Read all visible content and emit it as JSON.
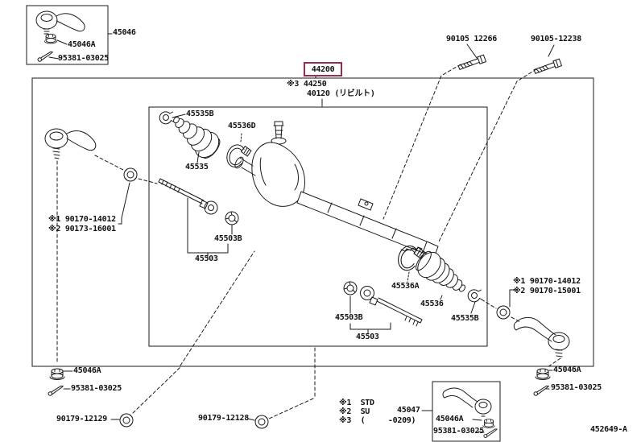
{
  "diagram": {
    "code": "452649-A",
    "highlight_color": "#9b2b48",
    "line_color": "#1a1a1a"
  },
  "callouts": {
    "main": "44200",
    "main_alt_note": "※3 44250",
    "main_alt_rebuilt": "40120 (リビルト)",
    "box_top_left": {
      "assembly": "45046",
      "nut": "45046A",
      "pin": "95381-03025"
    },
    "bolts": {
      "left": "90105 12266",
      "right": "90105-12238"
    },
    "left_tie_rod_end": {
      "note1": "※1 90170-14012",
      "note2": "※2 90173-16001"
    },
    "right_tie_rod_end": {
      "note1": "※1 90170-14012",
      "note2": "※2 90170-15001"
    },
    "inner_left": {
      "clip": "45535B",
      "clamp": "45536D",
      "boot": "45535",
      "washer": "45503B",
      "rod": "45503"
    },
    "inner_right": {
      "clamp": "45536A",
      "boot": "45536",
      "clip": "45535B",
      "washer": "45503B",
      "rod": "45503"
    },
    "bottom_left": {
      "nut": "45046A",
      "pin": "95381-03025",
      "lock_nut": "90179-12129"
    },
    "bottom_center": {
      "lock_nut": "90179-12128"
    },
    "legend": {
      "l1": "※1  STD",
      "l2": "※2  SU",
      "l3": "※3  (     -0209)"
    },
    "box_bottom_right": {
      "part": "45047",
      "nut": "45046A",
      "pin": "95381-03025"
    },
    "bottom_right": {
      "nut": "45046A",
      "pin": "95381-03025"
    }
  },
  "art": {
    "tie_rod_end": "curved-arm-ball-joint",
    "castle_nut": "castellated-nut",
    "cotter_pin": "split-pin",
    "hex_nut": "hex-nut",
    "lock_washer": "claw-washer",
    "boot_clip": "wire-clip-ring",
    "boot_clamp": "screw-band-clamp",
    "steering_boot": "bellows",
    "inner_tie_rod": "rack-end-shaft",
    "steering_gear": "rack-and-pinion-assembly",
    "bolt": "flange-bolt"
  }
}
